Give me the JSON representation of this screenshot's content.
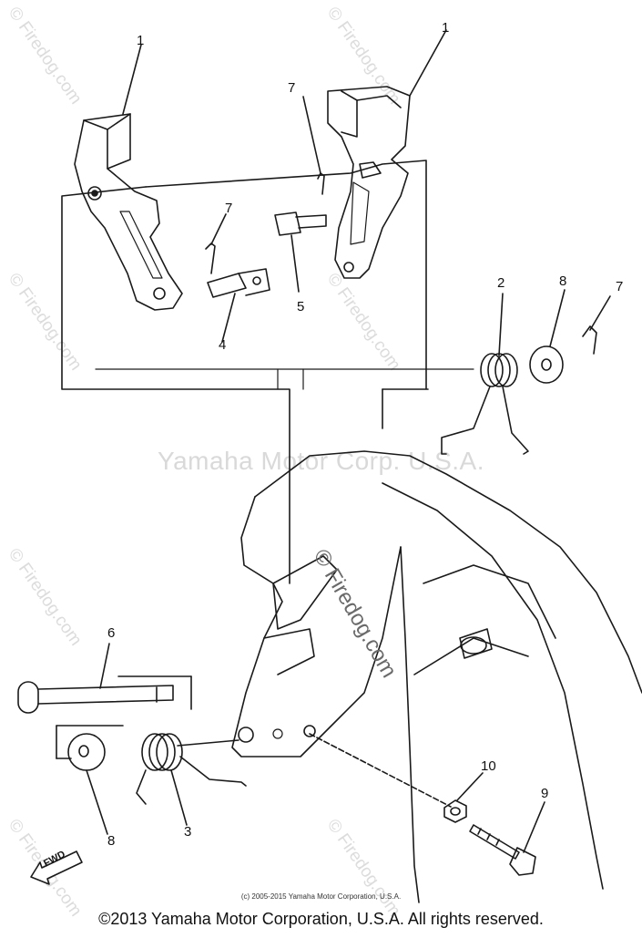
{
  "watermarks": {
    "main": "Yamaha Motor Corp. U.S.A.",
    "site": "© Firedog.com"
  },
  "callouts": {
    "c1a": "1",
    "c1b": "1",
    "c7a": "7",
    "c7b": "7",
    "c7c": "7",
    "c5": "5",
    "c4": "4",
    "c2": "2",
    "c8a": "8",
    "c8b": "8",
    "c6": "6",
    "c3": "3",
    "c10": "10",
    "c9": "9"
  },
  "fwd_label": "FWD",
  "small_copyright": "(c) 2005-2015 Yamaha Motor Corporation, U.S.A.",
  "footer": "©2013 Yamaha Motor Corporation, U.S.A. All rights reserved."
}
